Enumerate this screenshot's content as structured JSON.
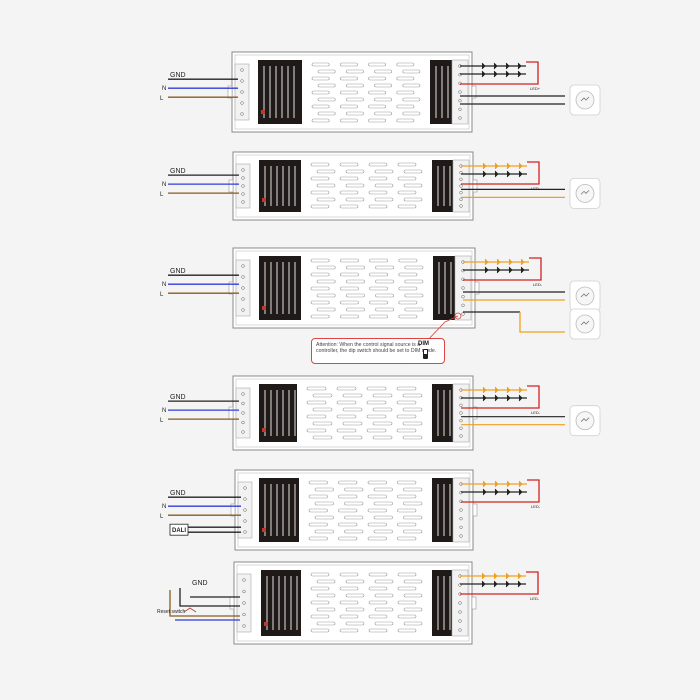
{
  "colors": {
    "gnd": "#222222",
    "n": "#2f3bd6",
    "l": "#8a5a1e",
    "red": "#d42020",
    "orange": "#f0a020",
    "black": "#222222",
    "note_border": "#d44444"
  },
  "labels": {
    "gnd": "GND",
    "n": "N",
    "l": "L",
    "dali": "DALI",
    "reset_switch": "Reset switch",
    "led_minus": "LED-",
    "led_plus": "LED+",
    "dim": "DIM"
  },
  "attention_note": "Attention: When the control signal source is a controller, the dip switch should be set to DIM mode.",
  "icons": [
    "push-dimmer-icon",
    "dip-switch-icon"
  ],
  "diagrams": [
    {
      "id": "d1",
      "sensors": 1,
      "led_wire": "black",
      "sensor_wire": "black"
    },
    {
      "id": "d2",
      "sensors": 1,
      "led_wire": "orange",
      "sensor_wire": "orange"
    },
    {
      "id": "d3",
      "sensors": 2,
      "led_wire": "orange",
      "sensor_wire": "orange",
      "has_note": true
    },
    {
      "id": "d4",
      "sensors": 1,
      "led_wire": "orange",
      "sensor_wire": "orange"
    },
    {
      "id": "d5",
      "sensors": 0,
      "led_wire": "orange",
      "input": "dali"
    },
    {
      "id": "d6",
      "sensors": 0,
      "led_wire": "orange",
      "input": "reset"
    }
  ]
}
